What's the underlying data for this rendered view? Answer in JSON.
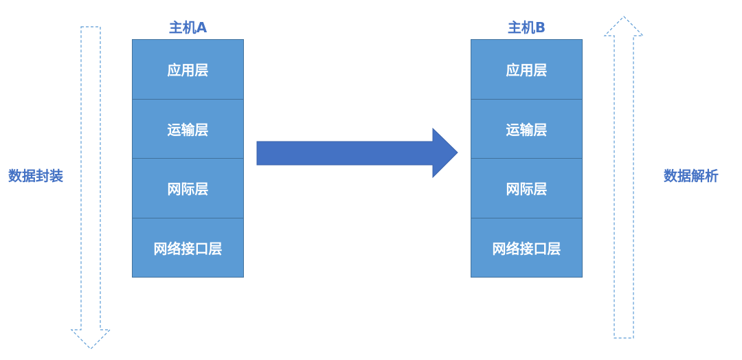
{
  "hosts": [
    {
      "title": "主机A",
      "layers": [
        "应用层",
        "运输层",
        "网际层",
        "网络接口层"
      ]
    },
    {
      "title": "主机B",
      "layers": [
        "应用层",
        "运输层",
        "网际层",
        "网络接口层"
      ]
    }
  ],
  "labels": {
    "left": "数据封装",
    "right": "数据解析"
  },
  "colors": {
    "layer_fill": "#5b9bd5",
    "layer_border": "#41719c",
    "title_text": "#4472c4",
    "transfer_arrow": "#4472c4",
    "dashed_arrow_stroke": "#5b9bd5"
  }
}
